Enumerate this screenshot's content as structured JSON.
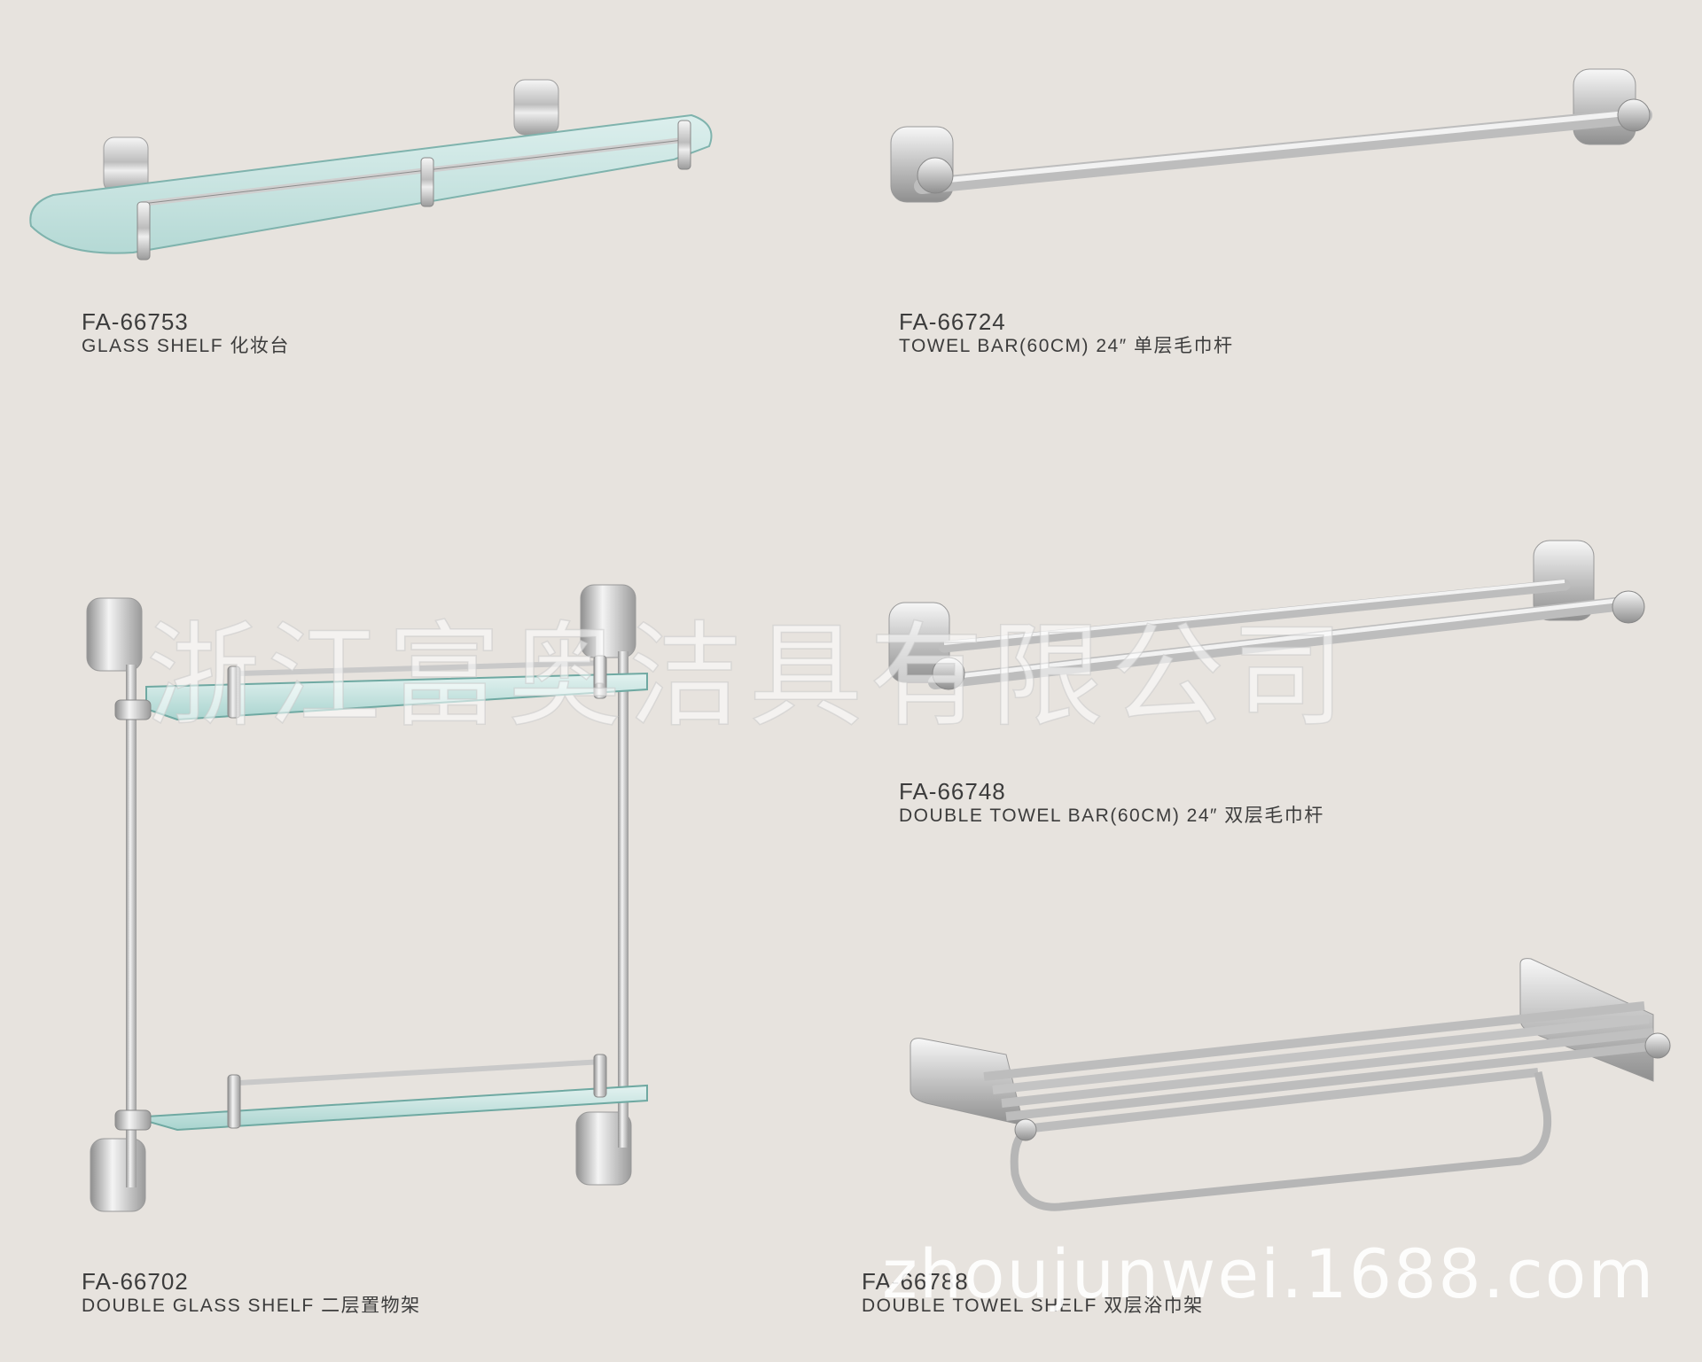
{
  "colors": {
    "background": "#e7e3de",
    "caption_text": "#3c3c3c",
    "chrome": "#c8c8c8",
    "glass": "#bfe0dd"
  },
  "products": [
    {
      "code": "FA-66753",
      "name": "GLASS SHELF 化妆台",
      "image": "glass-shelf"
    },
    {
      "code": "FA-66724",
      "name": "TOWEL BAR(60CM) 24″ 单层毛巾杆",
      "image": "towel-bar"
    },
    {
      "code": "FA-66702",
      "name": "DOUBLE GLASS SHELF 二层置物架",
      "image": "double-glass-shelf"
    },
    {
      "code": "FA-66748",
      "name": "DOUBLE TOWEL BAR(60CM) 24″ 双层毛巾杆",
      "image": "double-towel-bar"
    },
    {
      "code": "FA-66788",
      "name": "DOUBLE  TOWEL  SHELF 双层浴巾架",
      "image": "double-towel-shelf"
    }
  ],
  "watermarks": {
    "company": "浙江富奥洁具有限公司",
    "url": "zhoujunwei.1688.com"
  }
}
